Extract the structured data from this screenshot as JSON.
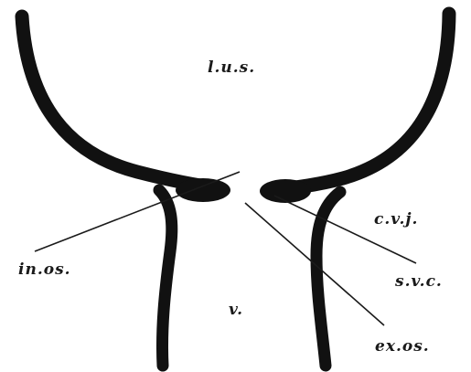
{
  "labels": {
    "lower_uterine_segment": "l.u.s.",
    "cervicovaginal_junction": "c.v.j.",
    "internal_os": "in.os.",
    "squamous_columnar": "s.v.c.",
    "vagina": "v.",
    "external_os": "ex.os."
  },
  "colors": {
    "ink": "#111111",
    "background": "#ffffff"
  }
}
